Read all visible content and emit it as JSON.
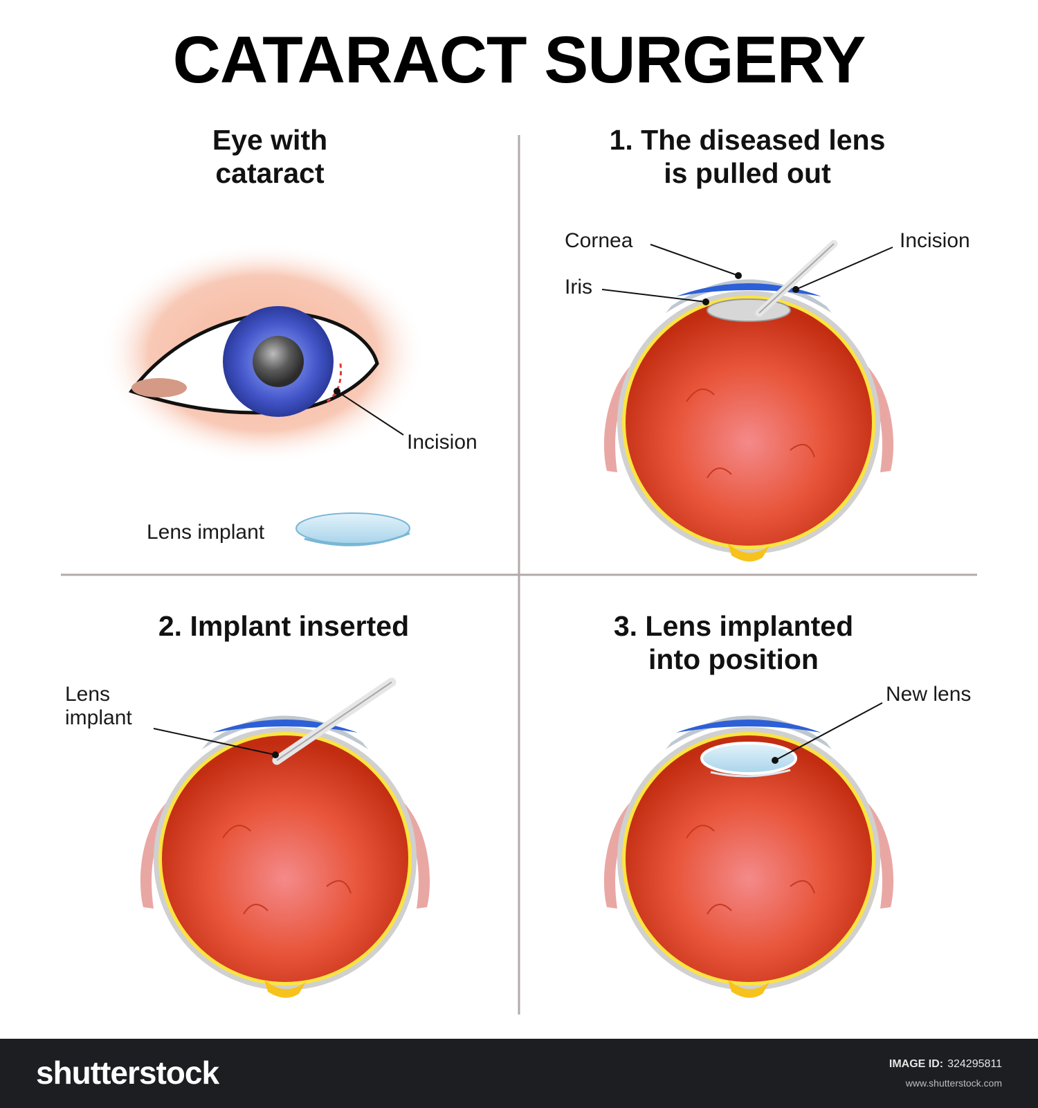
{
  "title": "CATARACT SURGERY",
  "panels": {
    "eye": {
      "heading_line1": "Eye with",
      "heading_line2": "cataract",
      "label_incision": "Incision",
      "label_lens_implant": "Lens implant"
    },
    "step1": {
      "heading_line1": "1. The diseased lens",
      "heading_line2": "is pulled out",
      "label_cornea": "Cornea",
      "label_iris": "Iris",
      "label_incision": "Incision"
    },
    "step2": {
      "heading": "2. Implant inserted",
      "label_lens_line1": "Lens",
      "label_lens_line2": "implant"
    },
    "step3": {
      "heading_line1": "3. Lens implanted",
      "heading_line2": "into position",
      "label_new_lens": "New lens"
    }
  },
  "footer": {
    "brand": "shutterstock",
    "image_id_label": "IMAGE ID:",
    "image_id": "324295811",
    "site": "www.shutterstock.com"
  }
}
